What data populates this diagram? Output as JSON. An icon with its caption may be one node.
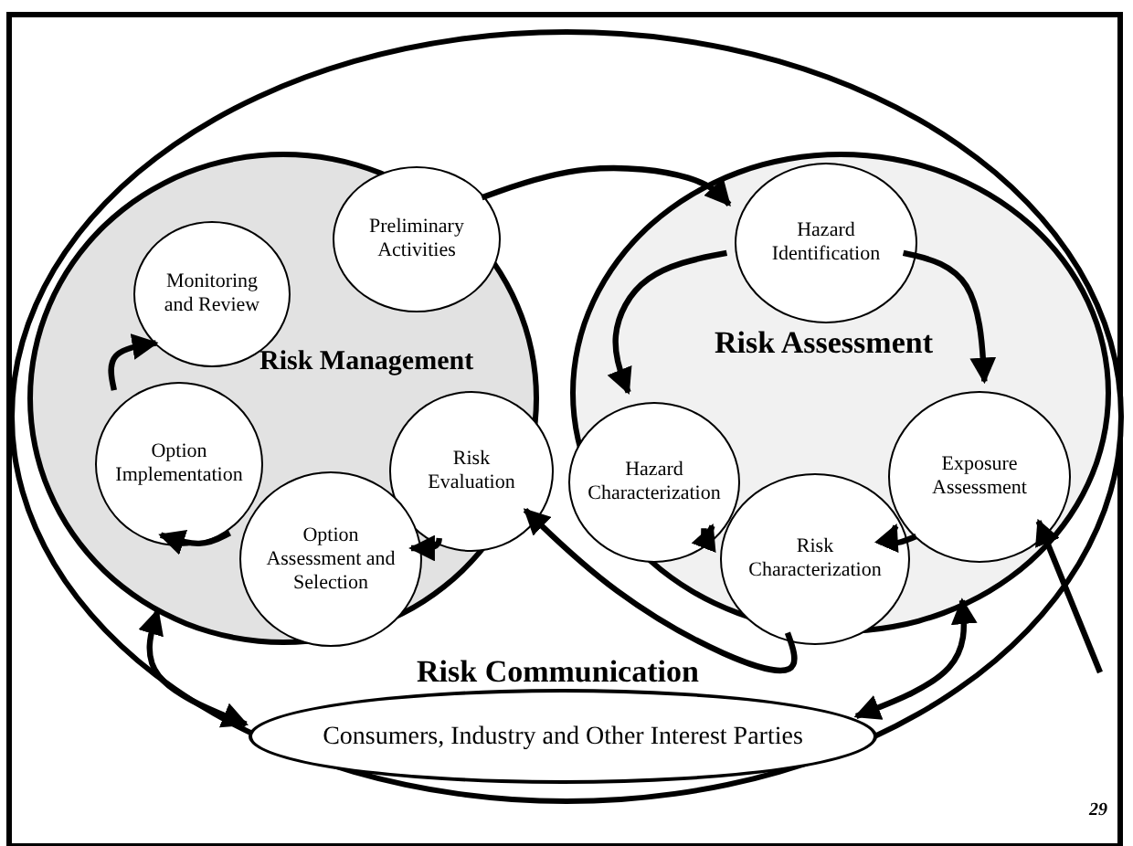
{
  "diagram": {
    "nodes": [
      {
        "text": [
          "Risk Communication"
        ]
      },
      {
        "text": [
          "Risk Management"
        ],
        "in": 0
      },
      {
        "text": [
          "Preliminary Activities"
        ],
        "in": 1
      },
      {
        "text": [
          "Monitoring and Review"
        ],
        "in": 1
      },
      {
        "text": [
          "Option Implementation"
        ],
        "in": 1
      },
      {
        "text": [
          "Risk Evaluation"
        ],
        "in": 1
      },
      {
        "text": [
          "Option Assessment and Selection"
        ],
        "in": 1
      },
      {
        "text": [
          "Risk Assessment"
        ],
        "in": 0
      },
      {
        "text": [
          "Hazard Identification"
        ],
        "in": 7
      },
      {
        "text": [
          "Hazard Characterization"
        ],
        "in": 7
      },
      {
        "text": [
          "Exposure Assessment"
        ],
        "in": 7
      },
      {
        "text": [
          "Risk Characterization"
        ],
        "in": 7
      },
      {
        "text": [
          "Consumers, Industry and Other Interest Parties"
        ],
        "in": 0
      }
    ],
    "edges": [
      {
        "from": 2,
        "to": 8,
        "arrow": "to"
      },
      {
        "from": 8,
        "to": 9,
        "arrow": "to"
      },
      {
        "from": 8,
        "to": 10,
        "arrow": "to"
      },
      {
        "from": 9,
        "to": 11,
        "arrow": "to"
      },
      {
        "from": 10,
        "to": 11,
        "arrow": "to"
      },
      {
        "from": 11,
        "to": 5,
        "arrow": "to"
      },
      {
        "from": 5,
        "to": 6,
        "arrow": "to"
      },
      {
        "from": 6,
        "to": 4,
        "arrow": "to"
      },
      {
        "from": 4,
        "to": 3,
        "arrow": "to"
      },
      {
        "from": 1,
        "to": 12,
        "arrow": "both"
      },
      {
        "from": 7,
        "to": 12,
        "arrow": "both"
      },
      {
        "from": null,
        "to": 10,
        "arrow": "to"
      }
    ],
    "labels": [
      "29"
    ]
  }
}
